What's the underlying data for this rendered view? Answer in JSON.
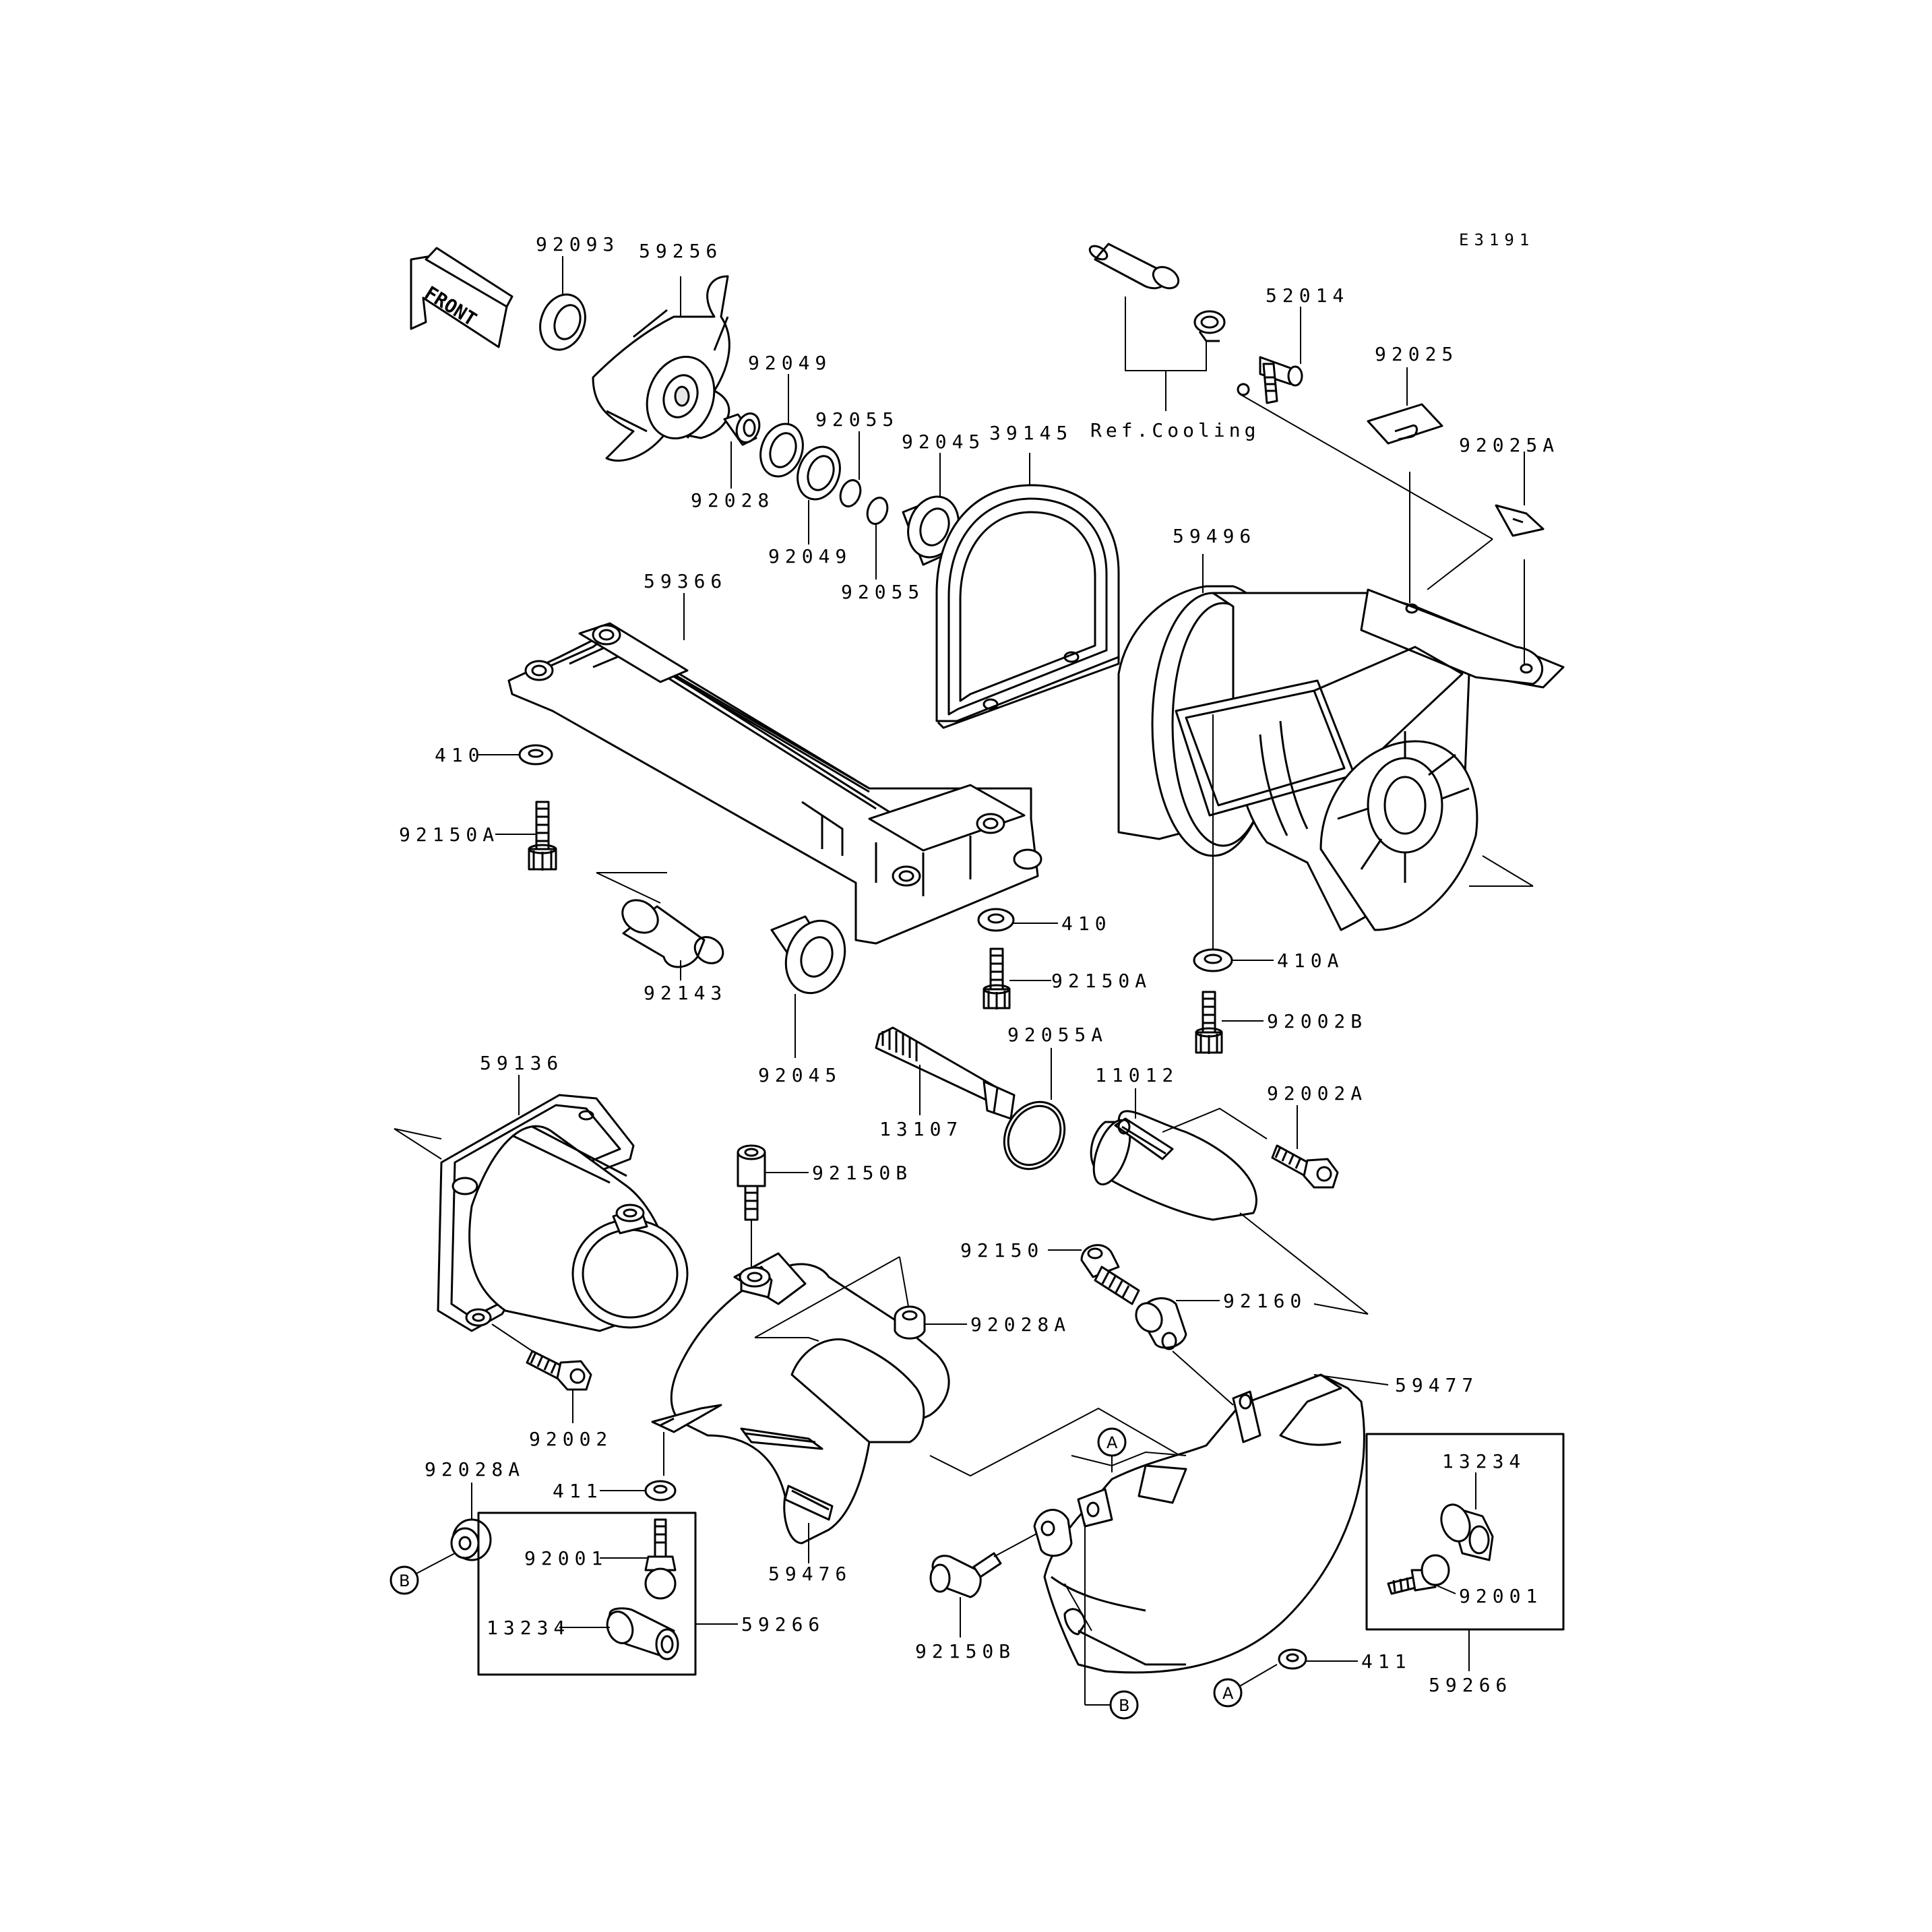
{
  "diagram": {
    "drawing_code": "E3191",
    "direction_label": "FRONT",
    "reference_note": "Ref.Cooling",
    "callouts": {
      "A": "A",
      "B": "B"
    },
    "parts": {
      "p92093": "92093",
      "p59256": "59256",
      "p92049a": "92049",
      "p92055a": "92055",
      "p92028": "92028",
      "p92049b": "92049",
      "p92055b": "92055",
      "p92045a": "92045",
      "p39145": "39145",
      "p52014": "52014",
      "p92025": "92025",
      "p92025A": "92025A",
      "p59496": "59496",
      "p59366": "59366",
      "p410a": "410",
      "p92150Aa": "92150A",
      "p410b": "410",
      "p92150Ab": "92150A",
      "p410A": "410A",
      "p92002B": "92002B",
      "p92143": "92143",
      "p92045b": "92045",
      "p92055A": "92055A",
      "p13107": "13107",
      "p11012": "11012",
      "p92002A": "92002A",
      "p59136": "59136",
      "p92150Ba": "92150B",
      "p92150": "92150",
      "p92160": "92160",
      "p92028Aa": "92028A",
      "p92002": "92002",
      "p59477": "59477",
      "p92028Ab": "92028A",
      "p411a": "411",
      "p92001a": "92001",
      "p13234a": "13234",
      "p59266a": "59266",
      "p59476": "59476",
      "p92150Bb": "92150B",
      "p13234b": "13234",
      "p92001b": "92001",
      "p411b": "411",
      "p59266b": "59266"
    }
  }
}
